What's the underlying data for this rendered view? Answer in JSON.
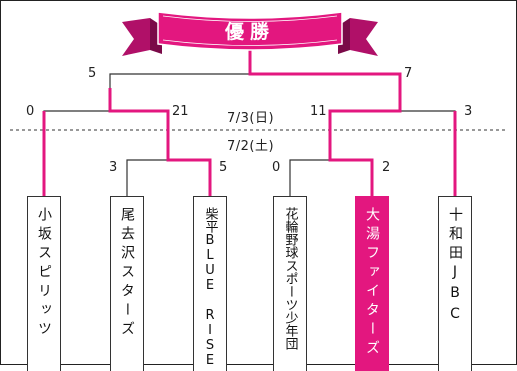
{
  "title": "優勝",
  "dates": {
    "day2": "7/3(日)",
    "day1": "7/2(土)"
  },
  "scores": {
    "final_left": "5",
    "final_right": "7",
    "semi_left_a": "0",
    "semi_left_b": "21",
    "semi_right_a": "11",
    "semi_right_b": "3",
    "q1_left": "3",
    "q1_right": "5",
    "q2_left": "0",
    "q2_right": "2"
  },
  "teams": [
    {
      "name": "小坂スピリッツ"
    },
    {
      "name": "尾去沢スターズ"
    },
    {
      "name": "柴平BLUE RISE"
    },
    {
      "name": "花輪野球スポーツ少年団"
    },
    {
      "name": "大湯ファイターズ"
    },
    {
      "name": "十和田JBC"
    }
  ],
  "colors": {
    "win_line": "#e3177f",
    "lose_line": "#333333",
    "ribbon": "#e3177f"
  }
}
